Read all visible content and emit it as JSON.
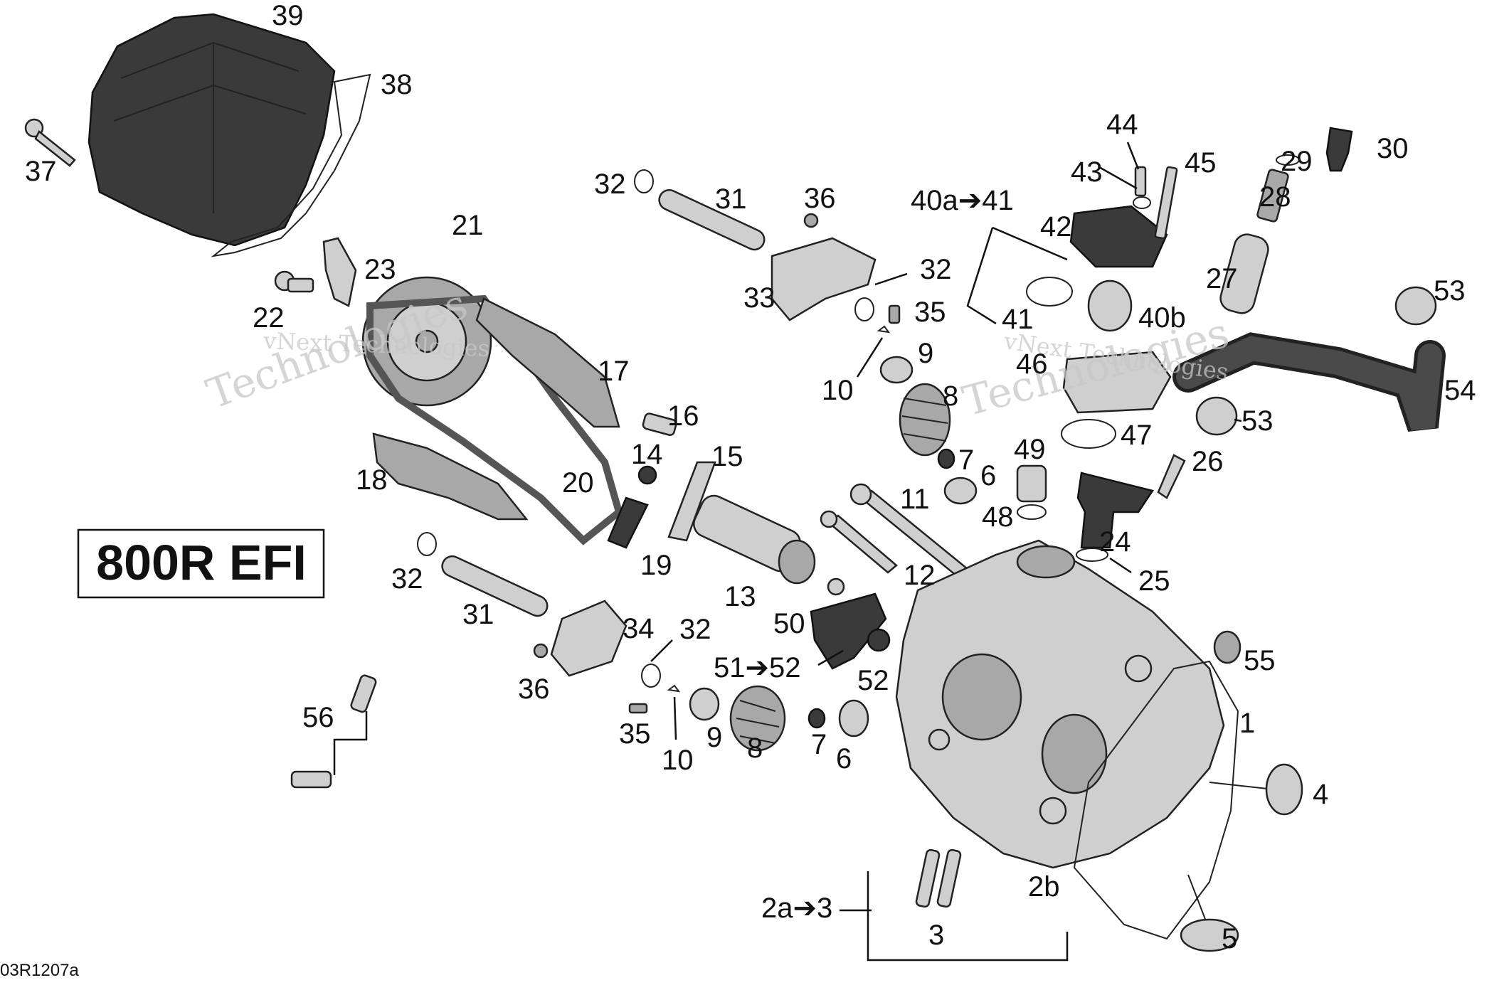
{
  "model_box": {
    "text": "800R EFI"
  },
  "figure_code": "03R1207a",
  "watermarks": [
    "vNext Technologies",
    "vNext Technologies"
  ],
  "callouts": {
    "c1": "1",
    "c2b": "2b",
    "c2a3": "2a➔3",
    "c3": "3",
    "c4": "4",
    "c5": "5",
    "c6a": "6",
    "c6b": "6",
    "c7a": "7",
    "c7b": "7",
    "c8a": "8",
    "c8b": "8",
    "c9a": "9",
    "c9b": "9",
    "c10a": "10",
    "c10b": "10",
    "c11": "11",
    "c12": "12",
    "c13": "13",
    "c14": "14",
    "c15": "15",
    "c16": "16",
    "c17": "17",
    "c18": "18",
    "c19": "19",
    "c20": "20",
    "c21": "21",
    "c22": "22",
    "c23": "23",
    "c24": "24",
    "c25": "25",
    "c26": "26",
    "c27": "27",
    "c28": "28",
    "c29": "29",
    "c30": "30",
    "c31a": "31",
    "c31b": "31",
    "c32a": "32",
    "c32b": "32",
    "c32c": "32",
    "c32d": "32",
    "c33": "33",
    "c34": "34",
    "c35a": "35",
    "c35b": "35",
    "c36a": "36",
    "c36b": "36",
    "c37": "37",
    "c38": "38",
    "c39": "39",
    "c40a41": "40a➔41",
    "c40b": "40b",
    "c41": "41",
    "c42": "42",
    "c43": "43",
    "c44": "44",
    "c45": "45",
    "c46": "46",
    "c47": "47",
    "c48": "48",
    "c49": "49",
    "c50": "50",
    "c5152": "51➔52",
    "c52": "52",
    "c53a": "53",
    "c53b": "53",
    "c54": "54",
    "c55": "55",
    "c56": "56"
  }
}
